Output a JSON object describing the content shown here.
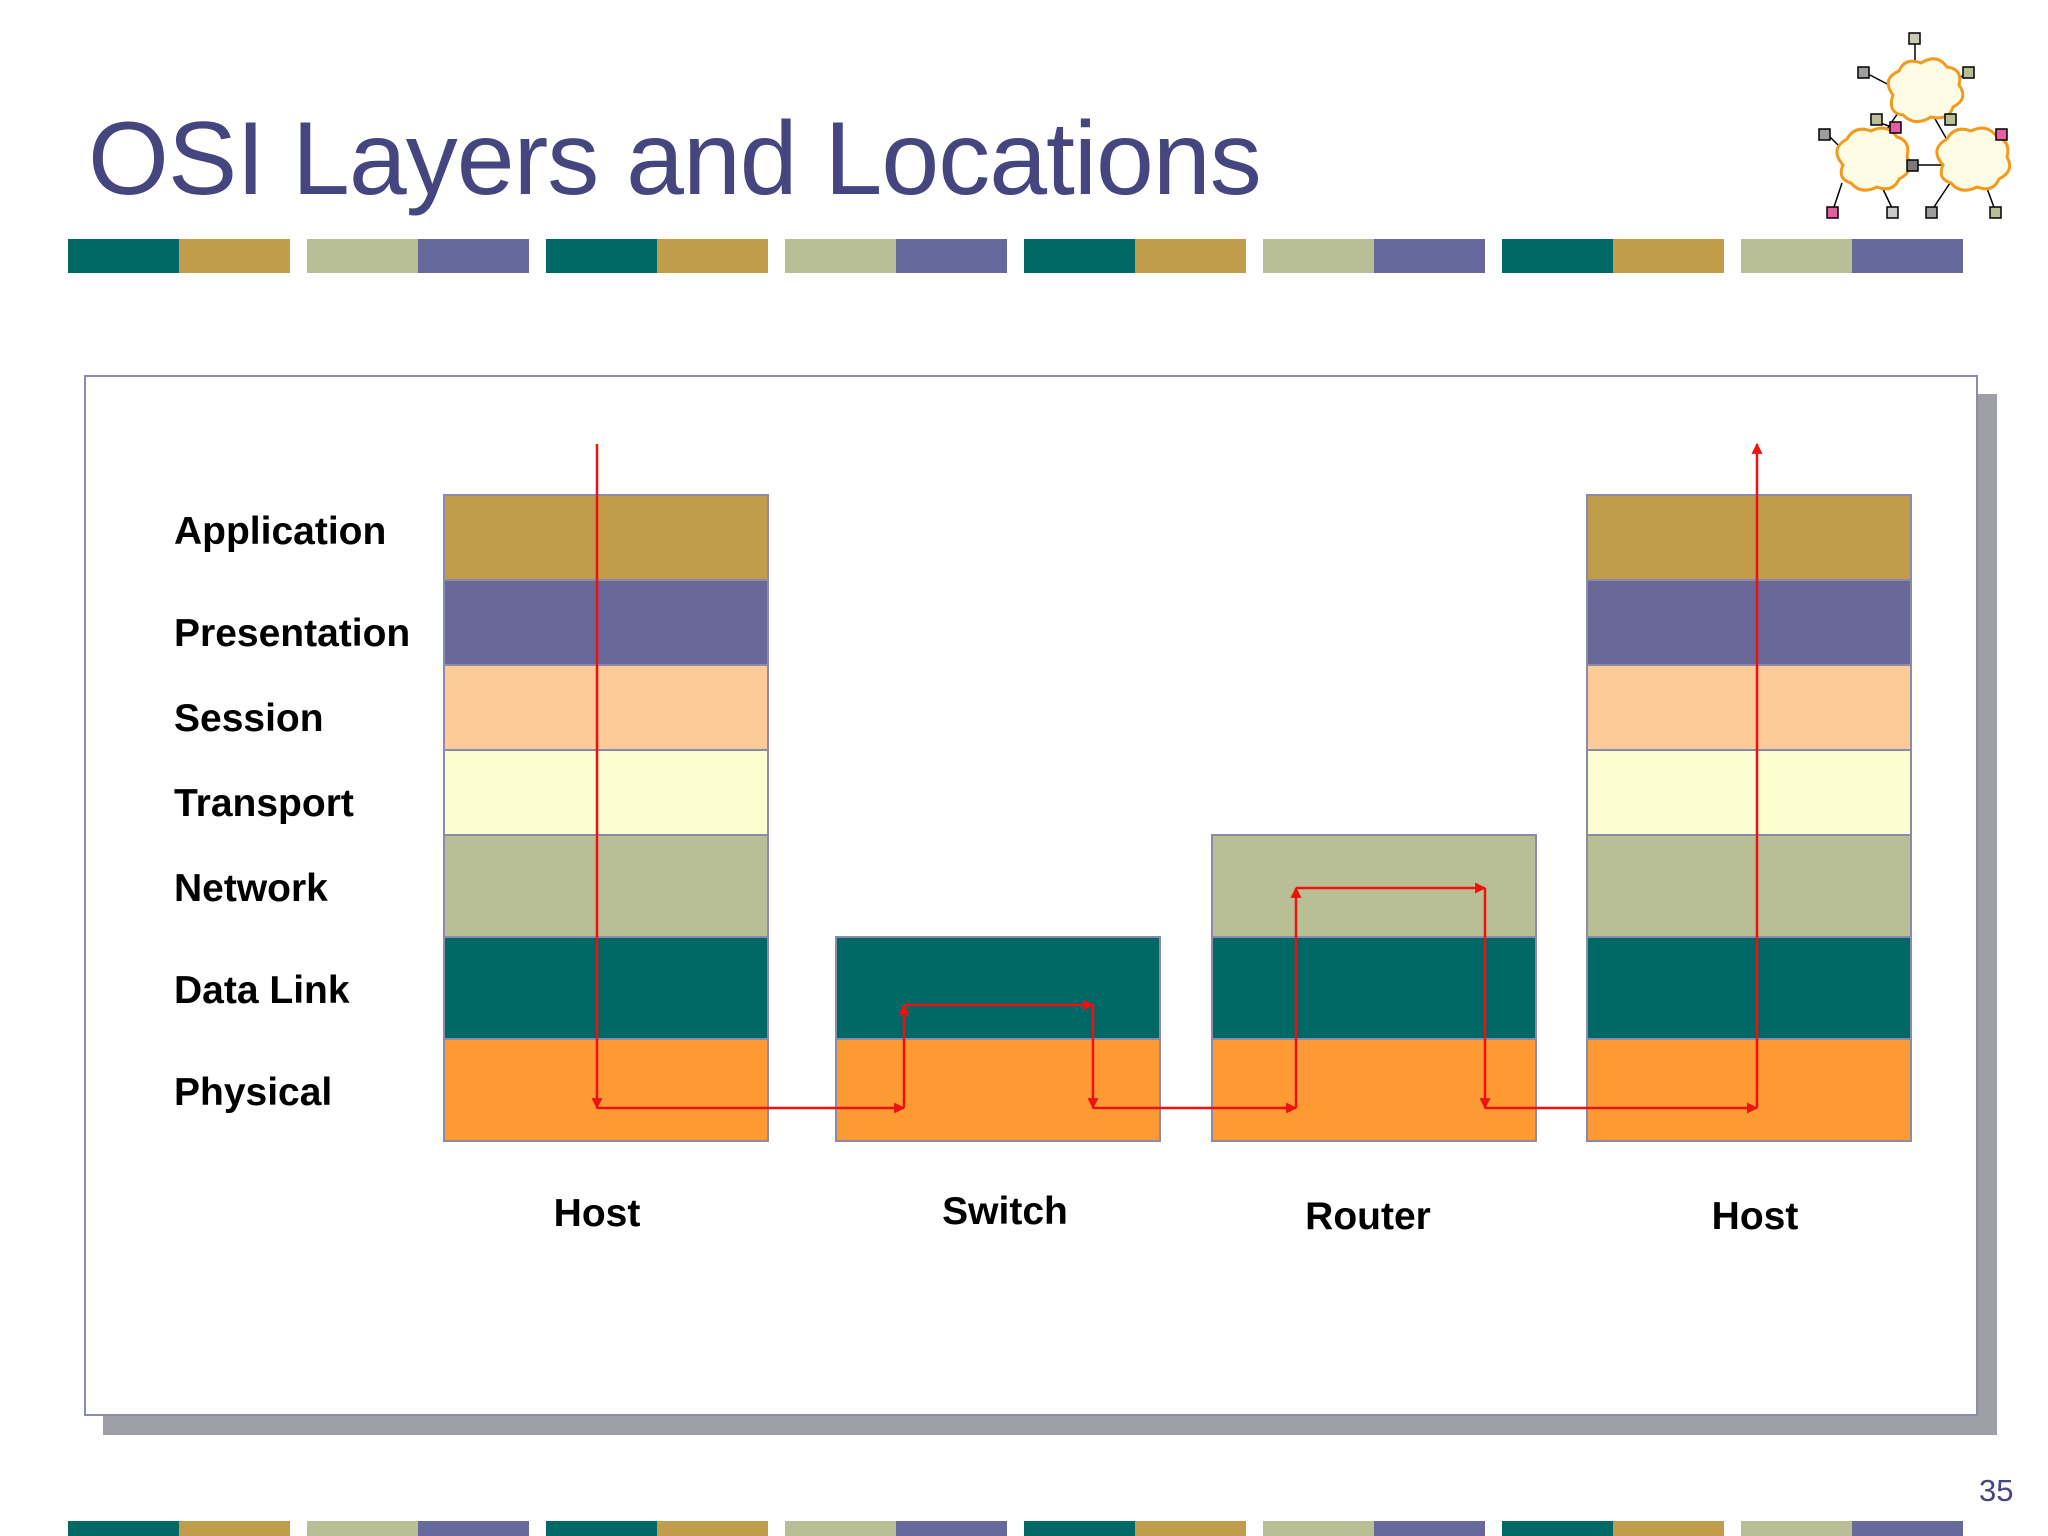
{
  "title": "OSI Layers and Locations",
  "page_number": "35",
  "colors": {
    "title": "#45467f",
    "band": [
      "#006965",
      "#c19c4a",
      "#b9bf95",
      "#66699c"
    ],
    "arrow": "#ee1111"
  },
  "layers": [
    {
      "label": "Application",
      "color": "#c19c4a"
    },
    {
      "label": "Presentation",
      "color": "#686899"
    },
    {
      "label": "Session",
      "color": "#fdcb98"
    },
    {
      "label": "Transport",
      "color": "#fdfdd2"
    },
    {
      "label": "Network",
      "color": "#b9bf95"
    },
    {
      "label": "Data Link",
      "color": "#006965"
    },
    {
      "label": "Physical",
      "color": "#fe9a33"
    }
  ],
  "devices": [
    {
      "label": "Host",
      "layers": [
        "Application",
        "Presentation",
        "Session",
        "Transport",
        "Network",
        "Data Link",
        "Physical"
      ]
    },
    {
      "label": "Switch",
      "layers": [
        "Data Link",
        "Physical"
      ]
    },
    {
      "label": "Router",
      "layers": [
        "Network",
        "Data Link",
        "Physical"
      ]
    },
    {
      "label": "Host",
      "layers": [
        "Application",
        "Presentation",
        "Session",
        "Transport",
        "Network",
        "Data Link",
        "Physical"
      ]
    }
  ],
  "logo_icon": "network-clouds-icon"
}
